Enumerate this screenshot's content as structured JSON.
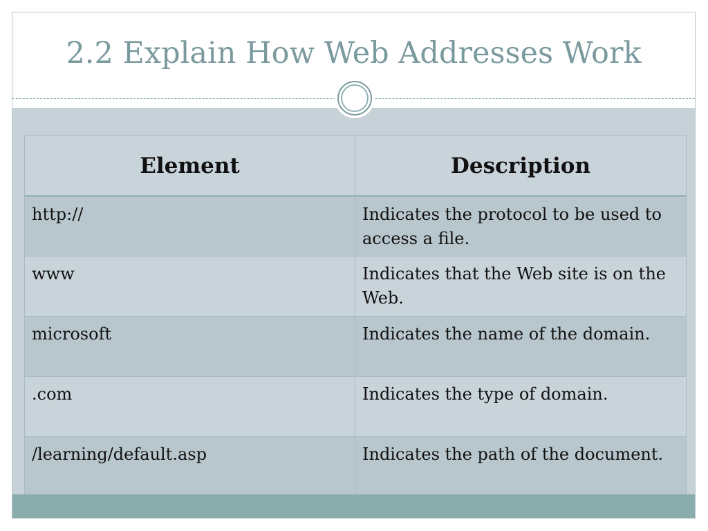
{
  "slide": {
    "title": "2.2 Explain How Web Addresses Work"
  },
  "table": {
    "headers": [
      "Element",
      "Description"
    ],
    "rows": [
      {
        "element": "http://",
        "description": "Indicates the protocol to be used to access a file."
      },
      {
        "element": "www",
        "description": "Indicates that the Web site is on the Web."
      },
      {
        "element": "microsoft",
        "description": "Indicates the name of the domain."
      },
      {
        "element": ".com",
        "description": "Indicates the type of domain."
      },
      {
        "element": "/learning/default.asp",
        "description": "Indicates the path of the document."
      }
    ]
  },
  "colors": {
    "title_text": "#7a9a9e",
    "slide_background": "#c6d1d8",
    "row_dark": "#b8c7cd",
    "row_light": "#c9d4da",
    "bottom_bar": "#8aacad"
  }
}
